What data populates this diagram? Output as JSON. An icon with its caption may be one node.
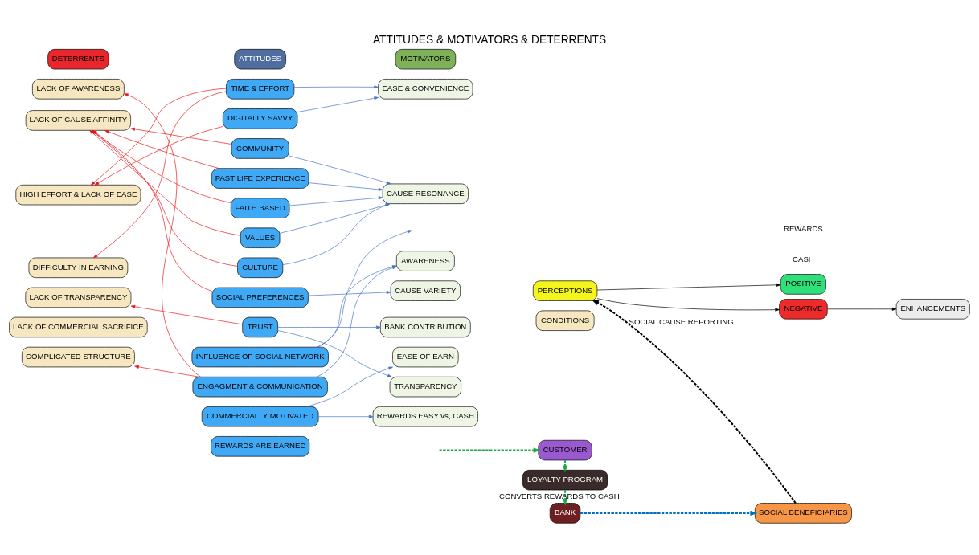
{
  "diagram": {
    "title": "ATTITUDES & MOTIVATORS & DETERRENTS",
    "nodes": [
      {
        "text": [
          "DETERRENTS"
        ]
      },
      {
        "text": [
          "ATTITUDES"
        ]
      },
      {
        "text": [
          "MOTIVATORS"
        ]
      },
      {
        "text": [
          "LACK OF AWARENESS"
        ]
      },
      {
        "text": [
          "LACK OF CAUSE AFFINITY"
        ]
      },
      {
        "text": [
          "HIGH EFFORT & LACK OF EASE"
        ]
      },
      {
        "text": [
          "DIFFICULTY IN EARNING"
        ]
      },
      {
        "text": [
          "LACK OF TRANSPARENCY"
        ]
      },
      {
        "text": [
          "LACK OF COMMERCIAL SACRIFICE"
        ]
      },
      {
        "text": [
          "COMPLICATED STRUCTURE"
        ]
      },
      {
        "text": [
          "TIME & EFFORT"
        ]
      },
      {
        "text": [
          "DIGITALLY SAVVY"
        ]
      },
      {
        "text": [
          "COMMUNITY"
        ]
      },
      {
        "text": [
          "PAST LIFE EXPERIENCE"
        ]
      },
      {
        "text": [
          "FAITH BASED"
        ]
      },
      {
        "text": [
          "VALUES"
        ]
      },
      {
        "text": [
          "CULTURE"
        ]
      },
      {
        "text": [
          "SOCIAL PREFERENCES"
        ]
      },
      {
        "text": [
          "TRUST"
        ]
      },
      {
        "text": [
          "INFLUENCE OF SOCIAL NETWORK"
        ]
      },
      {
        "text": [
          "ENGAGMENT & COMMUNICATION"
        ]
      },
      {
        "text": [
          "COMMERCIALLY MOTIVATED"
        ]
      },
      {
        "text": [
          "REWARDS ARE EARNED"
        ]
      },
      {
        "text": [
          "EASE & CONVENIENCE"
        ]
      },
      {
        "text": [
          "CAUSE RESONANCE"
        ]
      },
      {
        "text": [
          "AWARENESS"
        ]
      },
      {
        "text": [
          "CAUSE VARIETY"
        ]
      },
      {
        "text": [
          "BANK CONTRIBUTION"
        ]
      },
      {
        "text": [
          "EASE OF EARN"
        ]
      },
      {
        "text": [
          "TRANSPARENCY"
        ]
      },
      {
        "text": [
          "REWARDS EASY vs, CASH"
        ]
      },
      {
        "text": [
          "BANK"
        ]
      },
      {
        "text": [
          "SOCIAL BENEFICIARIES"
        ]
      },
      {
        "text": [
          "LOYALTY PROGRAM"
        ]
      },
      {
        "text": [
          "CUSTOMER"
        ]
      },
      {
        "text": [
          "PERCEPTIONS"
        ]
      },
      {
        "text": [
          "POSITIVE"
        ]
      },
      {
        "text": [
          "NEGATIVE"
        ]
      },
      {
        "text": [
          "ENHANCEMENTS"
        ]
      },
      {
        "text": [
          "CONDITIONS"
        ]
      }
    ],
    "edges": [
      {
        "from": 10,
        "to": 5,
        "arrow": "to",
        "color": "#e8141b"
      },
      {
        "from": 10,
        "to": 6,
        "arrow": "to",
        "color": "#e8141b"
      },
      {
        "from": 11,
        "to": 5,
        "arrow": "to",
        "color": "#e8141b"
      },
      {
        "from": 12,
        "to": 4,
        "arrow": "to",
        "color": "#e8141b"
      },
      {
        "from": 13,
        "to": 4,
        "arrow": "to",
        "color": "#e8141b"
      },
      {
        "from": 14,
        "to": 4,
        "arrow": "to",
        "color": "#e8141b"
      },
      {
        "from": 15,
        "to": 4,
        "arrow": "to",
        "color": "#e8141b"
      },
      {
        "from": 16,
        "to": 4,
        "arrow": "to",
        "color": "#e8141b"
      },
      {
        "from": 17,
        "to": 4,
        "arrow": "to",
        "color": "#e8141b"
      },
      {
        "from": 18,
        "to": 7,
        "arrow": "to",
        "color": "#e8141b"
      },
      {
        "from": 20,
        "to": 3,
        "arrow": "to",
        "color": "#e8141b"
      },
      {
        "from": 20,
        "to": 9,
        "arrow": "to",
        "color": "#e8141b"
      },
      {
        "from": 10,
        "to": 23,
        "arrow": "to"
      },
      {
        "from": 11,
        "to": 23,
        "arrow": "to"
      },
      {
        "from": 12,
        "to": 24,
        "arrow": "to"
      },
      {
        "from": 13,
        "to": 24,
        "arrow": "to"
      },
      {
        "from": 14,
        "to": 24,
        "arrow": "to"
      },
      {
        "from": 15,
        "to": 24,
        "arrow": "to"
      },
      {
        "from": 16,
        "to": 24,
        "arrow": "to"
      },
      {
        "from": 19,
        "to": null,
        "arrow": "to"
      },
      {
        "from": 19,
        "to": 25,
        "arrow": "to"
      },
      {
        "from": 20,
        "to": 25,
        "arrow": "to"
      },
      {
        "from": 17,
        "to": 26,
        "arrow": "to"
      },
      {
        "from": 18,
        "to": 27,
        "arrow": "to"
      },
      {
        "from": 18,
        "to": 29,
        "arrow": "to"
      },
      {
        "from": 21,
        "to": 28,
        "arrow": "to"
      },
      {
        "from": 21,
        "to": 30,
        "arrow": "to"
      },
      {
        "from": 31,
        "to": 32,
        "arrow": "to",
        "style": "dashed",
        "color": "#0070c0"
      },
      {
        "from": 32,
        "to": 35,
        "arrow": "to",
        "style": "dashed",
        "color": "#000000",
        "label": "SOCIAL CAUSE REPORTING"
      },
      {
        "from": null,
        "to": 34,
        "arrow": "to",
        "style": "dashed",
        "color": "#1fa84a"
      },
      {
        "from": 34,
        "to": 33,
        "arrow": "to",
        "style": "dashed",
        "color": "#1fa84a"
      },
      {
        "from": 33,
        "to": 31,
        "arrow": "to",
        "style": "dashed",
        "color": "#1fa84a",
        "label": "CONVERTS REWARDS TO CASH"
      },
      {
        "from": 35,
        "to": 36,
        "arrow": "to",
        "color": "#000000"
      },
      {
        "from": 35,
        "to": 37,
        "arrow": "to",
        "color": "#000000"
      },
      {
        "from": 37,
        "to": 38,
        "arrow": "to",
        "color": "#000000"
      }
    ],
    "legend": [
      {
        "text": "REWARDS"
      },
      {
        "text": "CASH"
      }
    ]
  }
}
